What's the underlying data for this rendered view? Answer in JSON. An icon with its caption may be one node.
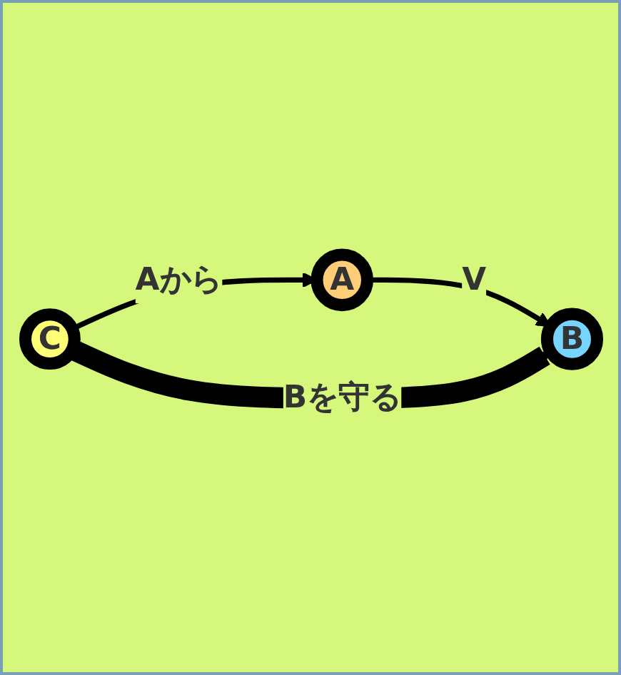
{
  "diagram": {
    "nodes": [
      {
        "text": [
          "A"
        ]
      },
      {
        "text": [
          "B"
        ]
      },
      {
        "text": [
          "C"
        ]
      }
    ],
    "edges": [
      {
        "from": 0,
        "to": 1,
        "arrow": "to",
        "label": "V"
      },
      {
        "from": 2,
        "to": 0,
        "arrow": "to",
        "label": "Aから"
      },
      {
        "from": 2,
        "to": 1,
        "arrow": "to",
        "label": "Bを守る",
        "style": "thick"
      }
    ]
  }
}
